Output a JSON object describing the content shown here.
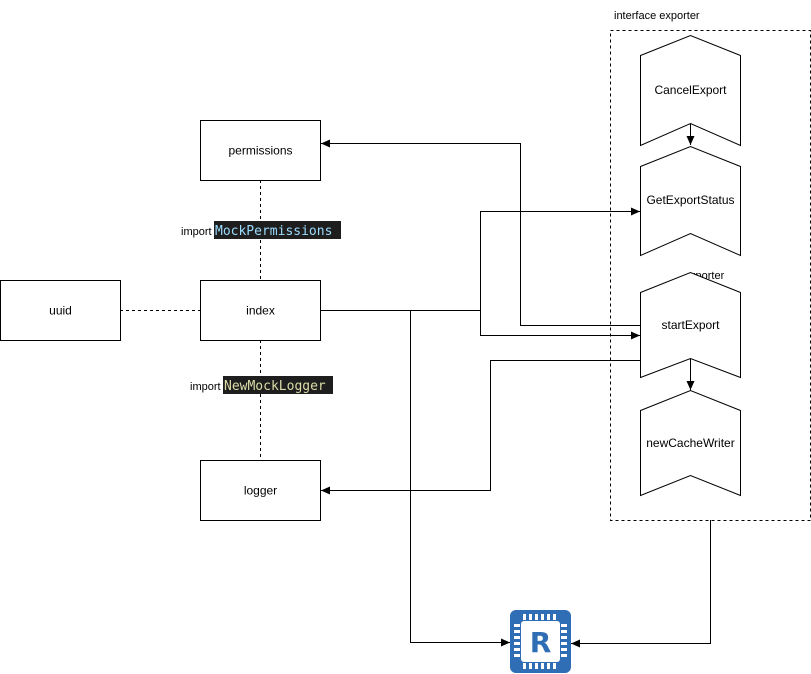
{
  "colors": {
    "stroke": "#000000",
    "code_bg": "#1e1e1e",
    "code_blue": "#9cdcfe",
    "code_yellow": "#dcdcaa",
    "redis_blue": "#2f6db5",
    "white": "#ffffff"
  },
  "nodes": {
    "uuid": "uuid",
    "index": "index",
    "permissions": "permissions",
    "logger": "logger"
  },
  "group": {
    "title": "interface exporter",
    "overlap_label": "xporter"
  },
  "exporter_methods": {
    "cancel": "CancelExport",
    "status": "GetExportStatus",
    "start": "startExport",
    "cache": "newCacheWriter"
  },
  "imports": {
    "permissions": {
      "keyword": "import",
      "symbol": "MockPermissions"
    },
    "logger": {
      "keyword": "import",
      "symbol": "NewMockLogger"
    }
  },
  "icons": {
    "redis": "redis-icon",
    "redis_letter": "R"
  }
}
